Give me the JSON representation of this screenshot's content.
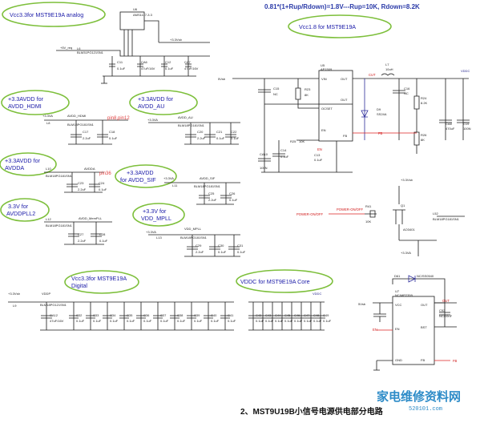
{
  "formula": "0.81*(1+Rup/Rdown)=1.8V---Rup=10K, Rdown=8.2K",
  "caption": "2、MST9U19B小信号电源供电部分电路",
  "watermark": {
    "main": "家电维修资料网",
    "sub": "520101.com"
  },
  "bubbles": {
    "vcc33_analog": "Vcc3.3for MST9E19A analog",
    "vcc18": "Vcc1.8 for MST9E19A",
    "avdd_hdmi_1": "+3.3AVDD for",
    "avdd_hdmi_2": "AVDD_HDMI",
    "avdd_au_1": "+3.3AVDD for",
    "avdd_au_2": "AVDD_AU",
    "avdda_1": "+3.3AVDD for",
    "avdda_2": "AVDDA",
    "avdd_sif_1": "+3.3AVDD",
    "avdd_sif_2": "for AVDD_SIF",
    "avddpll_1": "3.3V  for",
    "avddpll_2": "AVDDPLL2",
    "vdd_mpll_1": "+3.3V  for",
    "vdd_mpll_2": "VDD_MPLL",
    "vcc33_digital_1": "Vcc3.3for MST9E19A",
    "vcc33_digital_2": "Digital",
    "vddc_core": "VDDC for MST9E19A Core"
  },
  "notes": {
    "pin8_12": "pin8,pin12",
    "pin36": "pin36"
  },
  "labels": {
    "u6": "U6",
    "u6_part": "AMS1117-3.3",
    "p33vsb": "+3.3Vsb",
    "p5v_req": "+5V_req",
    "l6": "L6",
    "l6_part": "BLM31PG121SN1",
    "c11": "C11",
    "c11_v": "0.1uF",
    "ca6": "CA6",
    "ca6_v": "47uF/16V",
    "c12": "C12",
    "c12_v": "0.1uF",
    "ca7": "CA7",
    "ca7_v": "47uF/16V",
    "u5": "U5",
    "u5_part": "AP1509",
    "v5vsb": "5Vsb",
    "c15": "C15",
    "c15_v": "NC",
    "r23": "R23",
    "r23_v": "8K",
    "vin": "VIN",
    "ocset": "OCSET",
    "out_pin": "OUT",
    "en_pin": "EN",
    "fb_pin": "FB",
    "gnd_pin": "GND",
    "l7": "L7",
    "l7_v": "10uH",
    "cut": "CUT",
    "vddc": "VDDC",
    "c16": "C16",
    "c16_v": "NC",
    "d9": "D9",
    "d9_part": "SS24A",
    "r24": "R24",
    "r24_v": "8.2K",
    "r26": "R26",
    "r26_v": "8K",
    "ca8": "CA8",
    "ca8_v": "470uF",
    "c19": "C19",
    "c19_v": "100N",
    "ca10": "CA10",
    "ca10_v": "100N",
    "c14": "C14",
    "c14_v": "0.1uF",
    "r25": "R25",
    "r25_v": "10K",
    "en": "EN",
    "fb": "FB",
    "c13": "C13",
    "c13_v": "0.1uF",
    "l8": "L8",
    "l8_part": "BLM18PG181SN1",
    "avdd_hdmi": "AVDD_HDMI",
    "c17": "C17",
    "c17_v": "2.2uF",
    "c18": "C18",
    "c18_v": "0.1uF",
    "avdd_au": "AVDD_AU",
    "c20": "C20",
    "c20_v": "2.2uF",
    "c21": "C21",
    "c21_v": "0.1uF",
    "c22": "C22",
    "c22_v": "0.1uF",
    "l10": "L10",
    "l10_part": "BLM18PG181SN1",
    "avdda": "AVDDA",
    "c23": "C23",
    "c23_v": "2.2uF",
    "c24": "C24",
    "c24_v": "0.1uF",
    "avdd_sif": "AVDD_SIF",
    "l11": "L11",
    "l11_part": "BLM18PG181SN1",
    "c25": "C25",
    "c25_v": "2.2uF",
    "c26": "C26",
    "c26_v": "0.1uF",
    "l12": "L12",
    "l12_part": "BLM18PG181SN1",
    "avdd_mpll": "AVDD_MemPLL",
    "c27": "C27",
    "c27_v": "2.2uF",
    "c28": "C28",
    "c28_v": "0.1uF",
    "vdd_mpll": "VDD_MPLL",
    "l13": "L13",
    "l13_part": "BLM18PG181SN1",
    "c29": "C29",
    "c29_v": "2.2uF",
    "c30": "C30",
    "c30_v": "0.1uF",
    "c31": "C31",
    "c31_v": "0.1uF",
    "power_onoff": "POWER-ON/OFF",
    "r41": "R41",
    "r41_v": "10K",
    "q1": "Q1",
    "q1_part": "AO3401",
    "l52": "L52",
    "l52_part": "BLM18PG181SN1",
    "p33va": "+3.3VA",
    "vddp": "VDDP",
    "l9": "L9",
    "l9_part": "BLM18PG121SN1",
    "ca12": "CA12",
    "ca12_v": "47uF/16V",
    "digital_caps": [
      "C32",
      "C33",
      "C34",
      "C35",
      "C36",
      "C37",
      "C38",
      "C39",
      "C40",
      "C41"
    ],
    "core_caps": [
      "C42",
      "C43",
      "C44",
      "C45",
      "C46",
      "C47",
      "C48",
      "C49"
    ],
    "cap_01": "0.1uF",
    "d61": "D61",
    "d61_part": "NC/SS0540",
    "u7": "U7",
    "u7_part": "NC/MP2359",
    "u7_vcc": "VCC",
    "u7_out": "OUT",
    "u7_en": "EN",
    "u7_bst": "BST",
    "u7_gnd": "GND",
    "u7_fb": "FB",
    "c52": "C52",
    "c52_v": "NC/10nF",
    "en_in": "EN",
    "fb_in": "FB",
    "out_lbl": "OUT"
  },
  "colors": {
    "bubble_border": "#7dbf3b",
    "note_blue": "#1a1aa8",
    "label_red": "#d01818",
    "watermark": "#2e8cc8"
  }
}
